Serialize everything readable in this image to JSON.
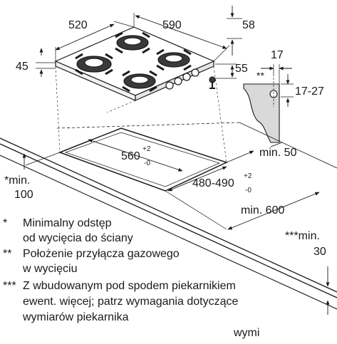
{
  "dimensions": {
    "width_520": "520",
    "width_590": "590",
    "depth_58": "58",
    "height_45": "45",
    "side_55": "55",
    "offset_17": "17",
    "range_17_27": "17-27",
    "gas_marker": "**",
    "min_50": "min. 50",
    "cutout_w": "560",
    "cutout_w_tol_plus": "+2",
    "cutout_w_tol_minus": "-0",
    "cutout_d": "480-490",
    "cutout_d_tol_plus": "+2",
    "cutout_d_tol_minus": "-0",
    "min_100_a": "*min.",
    "min_100_b": "100",
    "min_600": "min. 600",
    "min_30_a": "***min.",
    "min_30_b": "30"
  },
  "legend": [
    {
      "marker": "*",
      "lines": [
        "Minimalny odstęp",
        "od wycięcia do ściany"
      ]
    },
    {
      "marker": "**",
      "lines": [
        "Położenie przyłącza gazowego",
        "w wycięciu"
      ]
    },
    {
      "marker": "***",
      "lines": [
        "Z wbudowanym pod spodem piekarnikiem",
        "ewent. więcej; patrz wymagania dotyczące",
        "wymiarów piekarnika"
      ]
    }
  ],
  "footer_fragment": "wymi"
}
